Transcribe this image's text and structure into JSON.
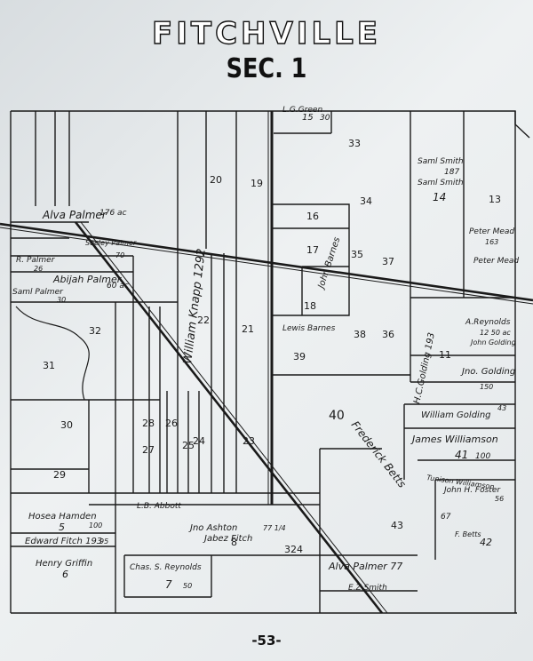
{
  "header": {
    "title": "FITCHVILLE",
    "subtitle": "SEC. 1"
  },
  "page_number": "-53-",
  "owners": [
    {
      "id": "lg-green",
      "label": "L.G.Green",
      "parcel": "15",
      "extra": "30"
    },
    {
      "id": "alva-palmer-nw",
      "label": "Alva Palmer",
      "extra": "176 ac"
    },
    {
      "id": "seeley-palmer",
      "label": "Seeley Palmer",
      "extra": "70"
    },
    {
      "id": "r-palmer",
      "label": "R. Palmer",
      "extra": "26"
    },
    {
      "id": "abijah-palmer",
      "label": "Abijah Palmer",
      "extra": "60 ac"
    },
    {
      "id": "saml-palmer-w",
      "label": "Saml Palmer",
      "extra": "30"
    },
    {
      "id": "william-knapp",
      "label": "William Knapp 1292"
    },
    {
      "id": "saml-smith-1",
      "label": "Saml Smith",
      "extra": "187"
    },
    {
      "id": "saml-smith-2",
      "label": "Saml Smith",
      "parcel": "14"
    },
    {
      "id": "peter-mead-1",
      "label": "Peter Mead",
      "extra": "163"
    },
    {
      "id": "peter-mead-2",
      "label": "Peter Mead"
    },
    {
      "id": "john-barnes",
      "label": "John Barnes"
    },
    {
      "id": "lewis-barnes",
      "label": "Lewis Barnes"
    },
    {
      "id": "a-reynolds",
      "label": "A.Reynolds",
      "extra": "12 50 ac"
    },
    {
      "id": "john-golding",
      "label": "John Golding"
    },
    {
      "id": "jno-golding",
      "label": "Jno. Golding",
      "extra": "150"
    },
    {
      "id": "hc-golding",
      "label": "H.C.Golding 193"
    },
    {
      "id": "william-golding",
      "label": "William Golding",
      "extra": "43"
    },
    {
      "id": "james-williamson",
      "label": "James Williamson",
      "parcel": "41",
      "extra": "100"
    },
    {
      "id": "tunison-williamson",
      "label": "Tunison Williamson"
    },
    {
      "id": "john-foster",
      "label": "John H. Foster",
      "extra": "56"
    },
    {
      "id": "frederick-betts",
      "label": "Frederick Betts",
      "extra": "67"
    },
    {
      "id": "f-betts",
      "label": "F. Betts",
      "parcel": "42"
    },
    {
      "id": "lb-abbott",
      "label": "L.B. Abbott"
    },
    {
      "id": "jno-ashton",
      "label": "Jno Ashton",
      "extra": "77 1/4"
    },
    {
      "id": "jabez-fitch",
      "label": "Jabez Fitch"
    },
    {
      "id": "hosea-hamden",
      "label": "Hosea Hamden",
      "parcel": "5",
      "extra": "100"
    },
    {
      "id": "edward-fitch",
      "label": "Edward Fitch 193",
      "extra": "95"
    },
    {
      "id": "henry-griffin",
      "label": "Henry Griffin",
      "parcel": "6"
    },
    {
      "id": "chas-reynolds",
      "label": "Chas. S. Reynolds",
      "parcel": "7",
      "extra": "50"
    },
    {
      "id": "alva-palmer-s",
      "label": "Alva Palmer 77"
    },
    {
      "id": "ez-smith",
      "label": "E.Z.Smith"
    }
  ],
  "parcel_numbers": [
    "33",
    "34",
    "35",
    "36",
    "37",
    "38",
    "39",
    "40",
    "13",
    "11",
    "16",
    "17",
    "18",
    "19",
    "20",
    "21",
    "22",
    "23",
    "24",
    "25",
    "26",
    "27",
    "28",
    "29",
    "30",
    "31",
    "32",
    "43",
    "8",
    "324"
  ],
  "colors": {
    "ink": "#1a1a1a",
    "paper": "#e6eaec",
    "background": "#2a2a2c"
  }
}
